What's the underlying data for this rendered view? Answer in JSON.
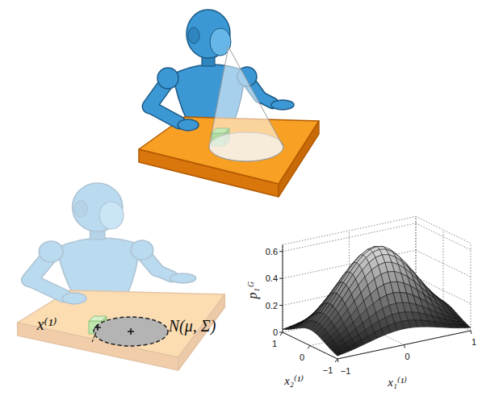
{
  "diagram": {
    "labels": [
      "x⁽¹⁾",
      "N(μ, Σ)",
      "p₁ᴳ",
      "0.6",
      "0.4",
      "0.2",
      "0",
      "1",
      "0",
      "−1",
      "−1",
      "0",
      "1",
      "x₂⁽¹⁾",
      "x₁⁽¹⁾"
    ]
  }
}
